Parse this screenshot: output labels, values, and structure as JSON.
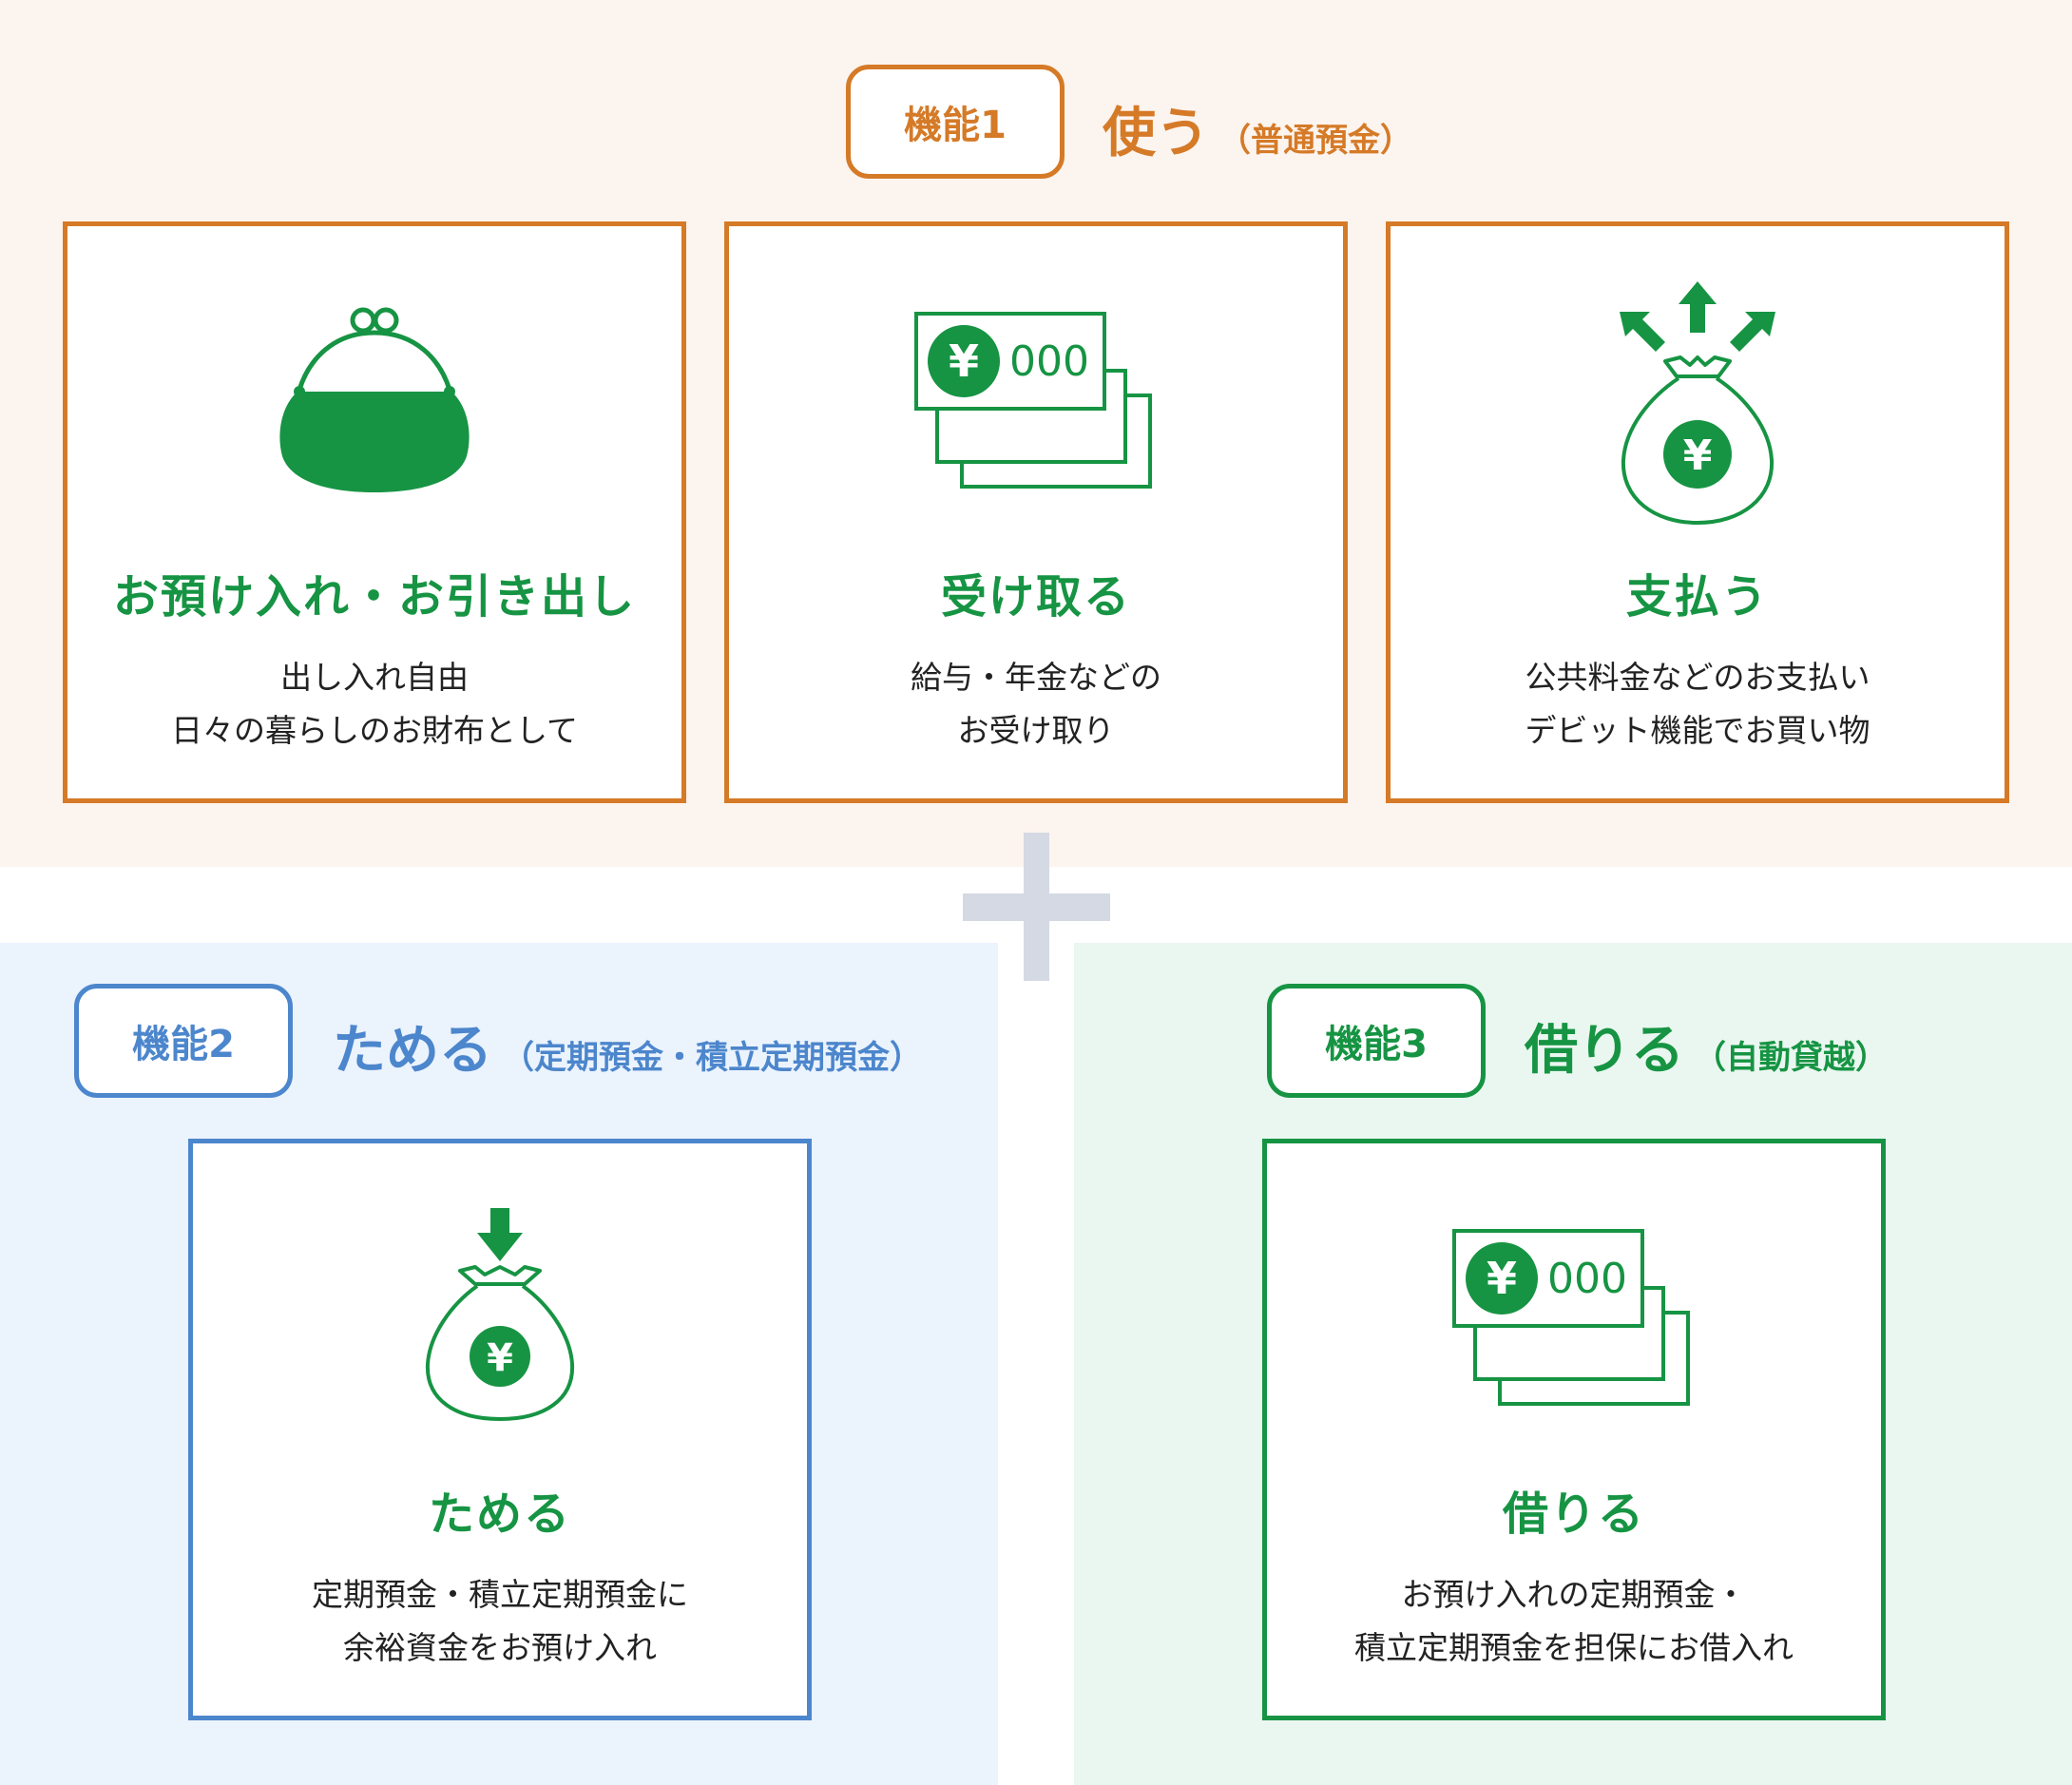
{
  "colors": {
    "orange": "#d57a27",
    "blue": "#4c86cc",
    "green": "#169443",
    "plus": "#d4d9e3"
  },
  "use_section": {
    "badge": "機能1",
    "heading": "使う",
    "heading_sub": "（普通預金）",
    "cards": [
      {
        "icon": "purse-icon",
        "title": "お預け入れ・お引き出し",
        "desc": [
          "出し入れ自由",
          "日々の暮らしのお財布として"
        ]
      },
      {
        "icon": "banknotes-icon",
        "title": "受け取る",
        "desc": [
          "給与・年金などの",
          "お受け取り"
        ]
      },
      {
        "icon": "money-bag-out-icon",
        "title": "支払う",
        "desc": [
          "公共料金などのお支払い",
          "デビット機能でお買い物"
        ]
      }
    ]
  },
  "plus_icon": "plus-icon",
  "save_section": {
    "badge": "機能2",
    "heading": "ためる",
    "heading_sub": "（定期預金・積立定期預金）",
    "card": {
      "icon": "money-bag-in-icon",
      "title": "ためる",
      "desc": [
        "定期預金・積立定期預金に",
        "余裕資金をお預け入れ"
      ]
    }
  },
  "borrow_section": {
    "badge": "機能3",
    "heading": "借りる",
    "heading_sub": "（自動貸越）",
    "card": {
      "icon": "banknotes-icon",
      "title": "借りる",
      "desc": [
        "お預け入れの定期預金・",
        "積立定期預金を担保にお借入れ"
      ]
    }
  },
  "icon_text": {
    "yen": "¥",
    "zeros": "000"
  }
}
